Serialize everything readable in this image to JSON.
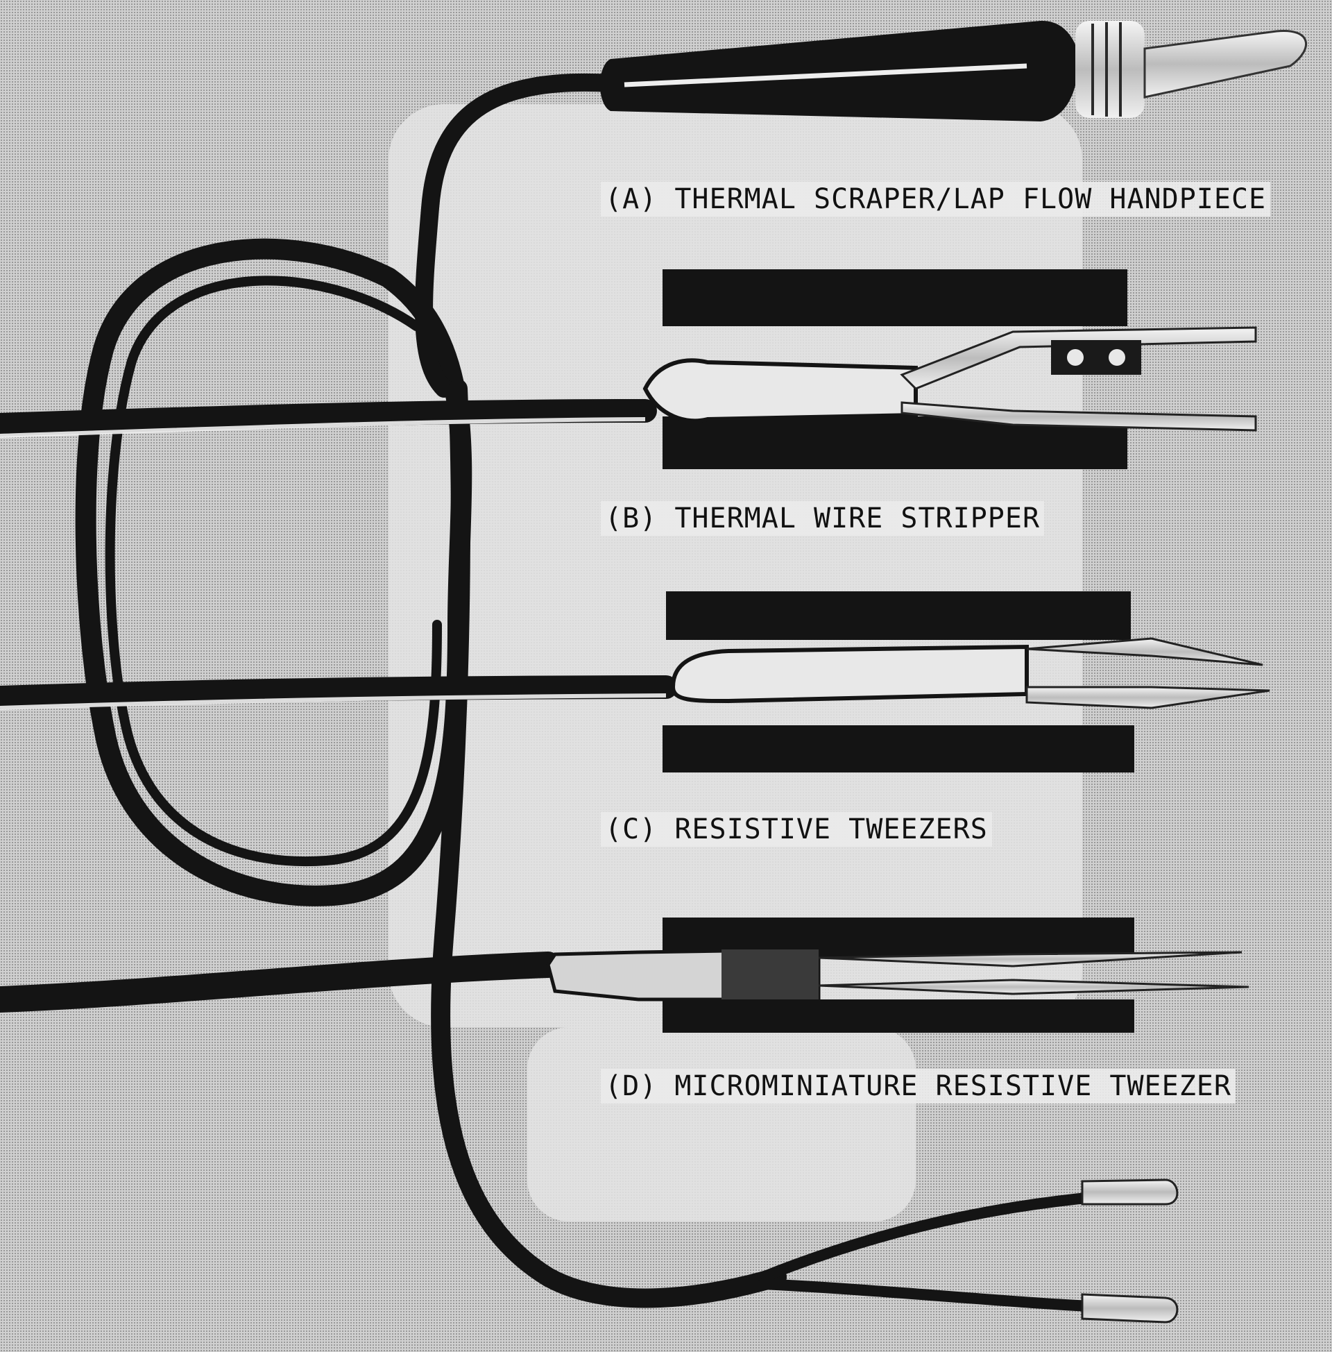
{
  "figure": {
    "labels": {
      "a": "(A) THERMAL SCRAPER/LAP FLOW HANDPIECE",
      "b": "(B) THERMAL WIRE STRIPPER",
      "c": "(C) RESISTIVE TWEEZERS",
      "d": "(D) MICROMINIATURE RESISTIVE TWEEZER"
    }
  },
  "colors": {
    "cable": "#141414",
    "tool_light": "#e2e2e2",
    "background": "#d0d0d0"
  }
}
